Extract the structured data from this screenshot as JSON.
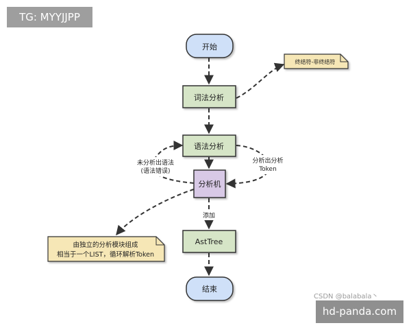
{
  "watermark_top": "TG: MYYJJPP",
  "watermark_bottom": "hd-panda.com",
  "credit": "CSDN @balabala丶",
  "nodes": {
    "start": "开始",
    "lexer": "词法分析",
    "parser": "语法分析",
    "analyzer": "分析机",
    "asttree": "AstTree",
    "end": "结束"
  },
  "notes": {
    "terminal": "终结符-非终结符",
    "module_line1": "由独立的分析模块组成",
    "module_line2": "相当于一个LIST，循环解析Token"
  },
  "edge_labels": {
    "left_line1": "未分析出语法",
    "left_line2": "(语法错误)",
    "right_line1": "分析出分析",
    "right_line2": "Token",
    "add": "添加"
  },
  "colors": {
    "terminal_node": "#cfe0f8",
    "process_node": "#d6e5c7",
    "analyzer_node": "#d8c9e6",
    "note": "#f6e7b6",
    "stroke": "#333333"
  }
}
